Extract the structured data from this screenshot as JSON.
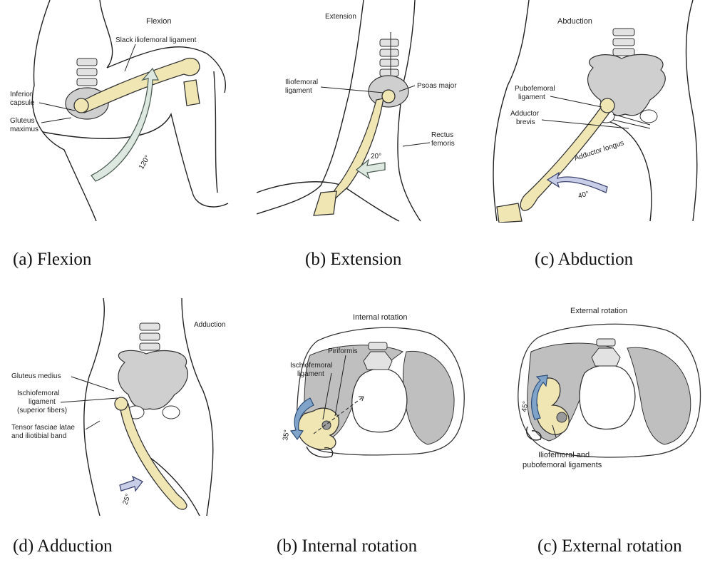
{
  "panels": {
    "flexion": {
      "title": "Flexion",
      "labels": [
        "Slack iliofemoral ligament",
        "Inferior",
        "capsule",
        "Gluteus",
        "maximus"
      ],
      "angle": "120°",
      "caption": "(a)  Flexion"
    },
    "extension": {
      "title": "Extension",
      "labels": [
        "Iliofemoral",
        "ligament",
        "Psoas major",
        "Rectus",
        "femoris"
      ],
      "angle": "20°",
      "caption": "(b) Extension"
    },
    "abduction": {
      "title": "Abduction",
      "labels": [
        "Pubofemoral",
        "ligament",
        "Adductor",
        "brevis",
        "Adductor longus"
      ],
      "angle": "40°",
      "caption": "(c) Abduction"
    },
    "adduction": {
      "title": "Adduction",
      "labels": [
        "Gluteus medius",
        "Ischiofemoral",
        "ligament",
        "(superior fibers)",
        "Tensor fasciae latae",
        "and iliotibial band"
      ],
      "angle": "25°",
      "caption": "(d) Adduction"
    },
    "internal_rotation": {
      "title": "Internal rotation",
      "labels": [
        "Piriformis",
        "Ischiofemoral",
        "ligament"
      ],
      "angle": "35°",
      "caption": "(b) Internal rotation"
    },
    "external_rotation": {
      "title": "External rotation",
      "labels": [
        "Iliofemoral and",
        "pubofemoral ligaments"
      ],
      "angle": "45°",
      "caption": "(c) External rotation"
    }
  },
  "colors": {
    "bone": "#efe6b4",
    "pelvis": "#cfcfcf",
    "arrow_green": "#dde8e0",
    "arrow_blue": "#7fa3c9",
    "arrow_lavender": "#c8cde8"
  }
}
